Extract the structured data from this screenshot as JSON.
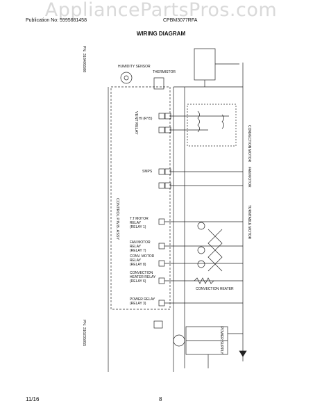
{
  "watermark": "AppliancePartsPros.com",
  "header": {
    "publication": "Publication No: 5995681458",
    "model": "CPBM3077RFA",
    "title": "WIRING DIAGRAM"
  },
  "footer": {
    "date": "11/16",
    "page": "8"
  },
  "diagram": {
    "left_part_no": "PN: 316495588",
    "left_part_no_2": "PN: 316235055",
    "control_board": "CONTROL P.W.B. ASSY",
    "vent_relay": "VENT RELAY",
    "hi_label": "HI (RY5)",
    "smps": "SMPS",
    "tt_motor": [
      "T.T MOTOR",
      "RELAY",
      "(RELAY 1)"
    ],
    "fan_motor": [
      "FAN MOTOR",
      "RELAY",
      "(RELAY 7)"
    ],
    "conv_motor": [
      "CONV. MOTOR",
      "RELAY",
      "(RELAY 8)"
    ],
    "conv_heater": [
      "CONVECTION",
      "HEATER RELAY",
      "(RELAY 6)"
    ],
    "power_relay": [
      "POWER RELAY",
      "(RELAY 3)"
    ],
    "humidity_sensor": "HUMIDITY SENSOR",
    "thermistor": "THERMISTOR",
    "convection_motor": "CONVECTION MOTOR",
    "convection_heater": "CONVECTION HEATER",
    "fan_motor_label": "FAN MOTOR",
    "turntable_motor": "TURNTABLE MOTOR",
    "power_supply": "POWER SUPPLY"
  }
}
